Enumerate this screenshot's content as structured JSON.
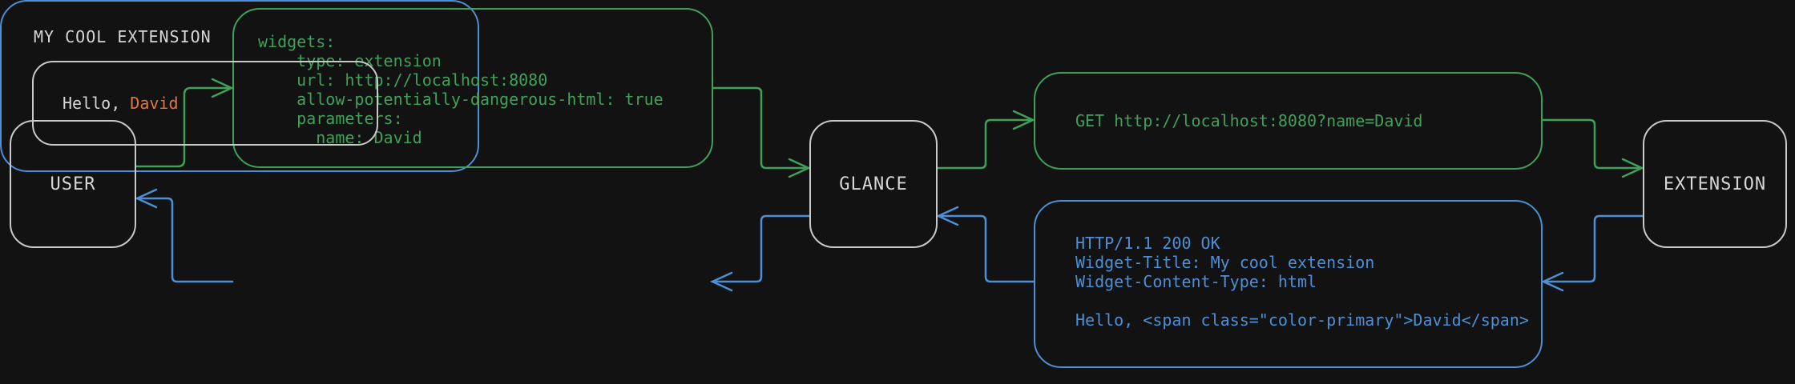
{
  "colors": {
    "background": "#121212",
    "green": "#3fa159",
    "blue": "#4d8fd6",
    "gray_border": "#c9c9c9",
    "text_light": "#d6d6d6",
    "orange": "#e0773c"
  },
  "nodes": {
    "user_label": "USER",
    "glance_label": "GLANCE",
    "extension_label": "EXTENSION"
  },
  "config_box": {
    "lines": [
      "widgets:",
      "  - type: extension",
      "    url: http://localhost:8080",
      "    allow-potentially-dangerous-html: true",
      "    parameters:",
      "      name: David"
    ]
  },
  "request_box": {
    "text": "GET http://localhost:8080?name=David"
  },
  "response_box": {
    "lines": [
      "HTTP/1.1 200 OK",
      "Widget-Title: My cool extension",
      "Widget-Content-Type: html",
      "",
      "Hello, <span class=\"color-primary\">David</span>"
    ]
  },
  "widget_preview": {
    "title": "MY COOL EXTENSION",
    "greeting_prefix": "Hello, ",
    "greeting_name": "David"
  }
}
